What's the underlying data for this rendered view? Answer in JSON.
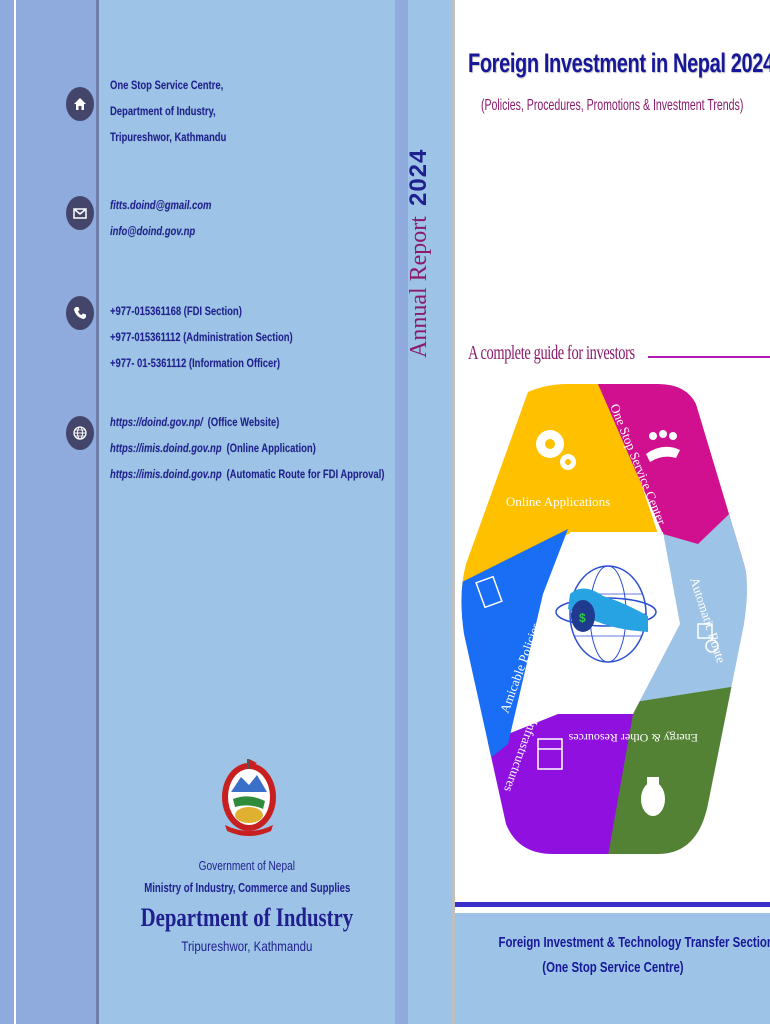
{
  "contact": {
    "address": [
      "One Stop Service Centre,",
      "Department of Industry,",
      "Tripureshwor, Kathmandu"
    ],
    "emails": [
      "fitts.doind@gmail.com",
      "info@doind.gov.np"
    ],
    "phones": [
      "+977-015361168 (FDI Section)",
      "+977-015361112 (Administration Section)",
      "+977- 01-5361112 (Information Officer)"
    ],
    "websites": [
      {
        "url": "https://doind.gov.np/",
        "note": "(Office Website)"
      },
      {
        "url": "https://imis.doind.gov.np",
        "note": "(Online Application)"
      },
      {
        "url": "https://imis.doind.gov.np",
        "note": "(Automatic Route for FDI Approval)"
      }
    ],
    "icons": [
      "home-icon",
      "mail-icon",
      "phone-icon",
      "globe-icon"
    ]
  },
  "spine": {
    "label": "Annual Report",
    "year": "2024"
  },
  "cover": {
    "title": "Foreign Investment in Nepal 2024",
    "subtitle": "(Policies, Procedures, Promotions & Investment Trends)",
    "tagline": "A complete guide for investors"
  },
  "wheel": {
    "segments": [
      {
        "label": "Online Applications",
        "color": "#ffc000",
        "icon": "gears-icon"
      },
      {
        "label": "One Stop Service Center",
        "color": "#d0108f",
        "icon": "people-hand-icon"
      },
      {
        "label": "Automatic Route",
        "color": "#9dc3e6",
        "icon": "automation-icon"
      },
      {
        "label": "Energy & Other Resources",
        "color": "#548235",
        "icon": "lightbulb-icon"
      },
      {
        "label": "Industrial Infrastructures",
        "color": "#9010e0",
        "icon": "factory-icon"
      },
      {
        "label": "Amicable Policies",
        "color": "#1a6ef5",
        "icon": "document-icon"
      }
    ]
  },
  "government": {
    "line1": "Government of Nepal",
    "line2": "Ministry of Industry, Commerce and Supplies",
    "line3": "Department of Industry",
    "line4": "Tripureshwor, Kathmandu"
  },
  "section": {
    "line1": "Foreign Investment & Technology Transfer Section",
    "line2": "(One Stop Service Centre)"
  }
}
